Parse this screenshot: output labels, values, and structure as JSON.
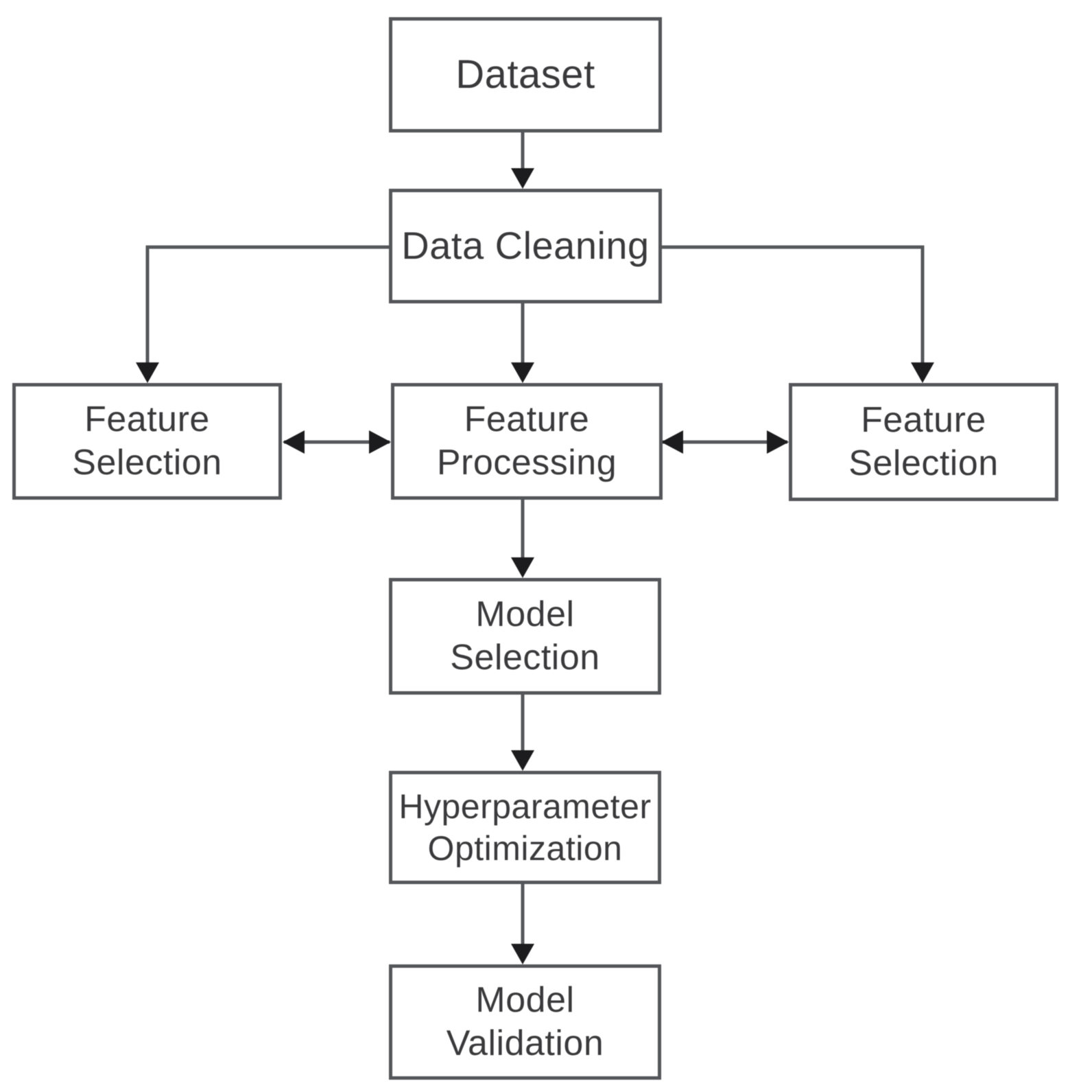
{
  "diagram": {
    "type": "flowchart",
    "nodes": [
      {
        "id": "dataset",
        "label": "Dataset"
      },
      {
        "id": "data-cleaning",
        "label": "Data Cleaning"
      },
      {
        "id": "feature-selection-left",
        "label": "Feature\nSelection"
      },
      {
        "id": "feature-processing",
        "label": "Feature\nProcessing"
      },
      {
        "id": "feature-selection-right",
        "label": "Feature\nSelection"
      },
      {
        "id": "model-selection",
        "label": "Model\nSelection"
      },
      {
        "id": "hyperparameter-optimization",
        "label": "Hyperparameter\nOptimization"
      },
      {
        "id": "model-validation",
        "label": "Model\nValidation"
      }
    ],
    "edges": [
      {
        "from": "dataset",
        "to": "data-cleaning",
        "type": "arrow"
      },
      {
        "from": "data-cleaning",
        "to": "feature-selection-left",
        "type": "arrow"
      },
      {
        "from": "data-cleaning",
        "to": "feature-processing",
        "type": "arrow"
      },
      {
        "from": "data-cleaning",
        "to": "feature-selection-right",
        "type": "arrow"
      },
      {
        "from": "feature-selection-left",
        "to": "feature-processing",
        "type": "double-arrow"
      },
      {
        "from": "feature-processing",
        "to": "feature-selection-right",
        "type": "double-arrow"
      },
      {
        "from": "feature-processing",
        "to": "model-selection",
        "type": "arrow"
      },
      {
        "from": "model-selection",
        "to": "hyperparameter-optimization",
        "type": "arrow"
      },
      {
        "from": "hyperparameter-optimization",
        "to": "model-validation",
        "type": "arrow"
      }
    ],
    "colors": {
      "bg": "#ffffff",
      "border": "#55565a",
      "line": "#57585c",
      "arrow": "#1c1c1e",
      "text": "#3a3a3c"
    }
  }
}
